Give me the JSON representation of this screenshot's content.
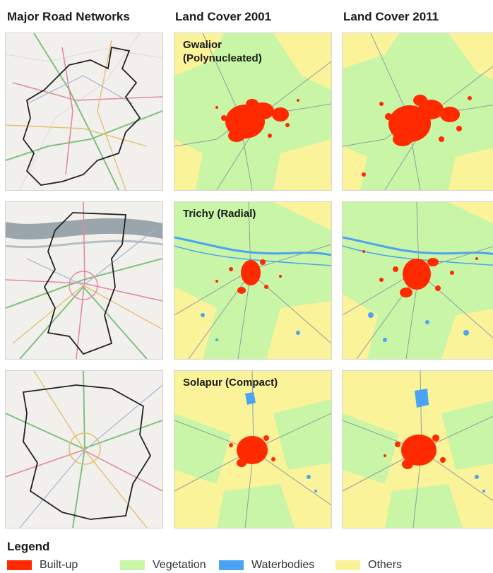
{
  "headers": {
    "col1": "Major Road Networks",
    "col2": "Land Cover 2001",
    "col3": "Land Cover 2011"
  },
  "cities": [
    {
      "label_line1": "Gwalior",
      "label_line2": "(Polynucleated)"
    },
    {
      "label_line1": "Trichy (Radial)",
      "label_line2": ""
    },
    {
      "label_line1": "Solapur (Compact)",
      "label_line2": ""
    }
  ],
  "legend": {
    "title": "Legend",
    "items": [
      {
        "label": "Built-up",
        "color": "#ff2a00"
      },
      {
        "label": "Vegetation",
        "color": "#c9f5a6"
      },
      {
        "label": "Waterbodies",
        "color": "#4aa3f5"
      },
      {
        "label": "Others",
        "color": "#fbf39a"
      }
    ]
  },
  "colors": {
    "vegetation": "#c9f5a6",
    "others": "#fbf39a",
    "builtup": "#ff2a00",
    "water": "#4aa3f5",
    "road_base": "#f2f0ec",
    "river": "#8f9ea3"
  }
}
